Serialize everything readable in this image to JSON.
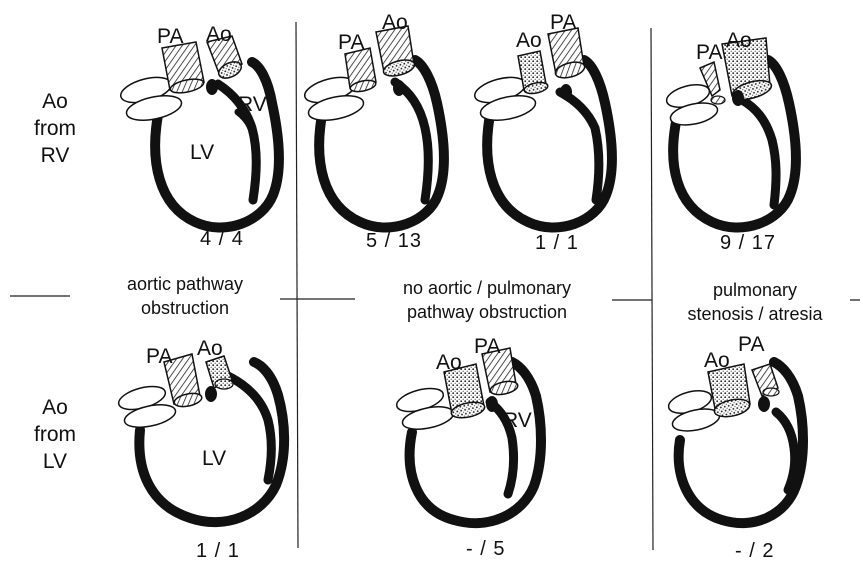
{
  "row_labels": {
    "rv": [
      "Ao",
      "from",
      "RV"
    ],
    "lv": [
      "Ao",
      "from",
      "LV"
    ]
  },
  "column_captions": {
    "aortic": [
      "aortic pathway",
      "obstruction"
    ],
    "none": [
      "no aortic / pulmonary",
      "pathway obstruction"
    ],
    "pulmonary": [
      "pulmonary",
      "stenosis / atresia"
    ]
  },
  "vessel_labels": {
    "pa": "PA",
    "ao": "Ao"
  },
  "chamber_labels": {
    "lv": "LV",
    "rv": "RV"
  },
  "ratios": {
    "rv_aortic": "4 / 4",
    "rv_none_a": "5 / 13",
    "rv_none_b": "1 / 1",
    "rv_pulmonary": "9 / 17",
    "lv_aortic": "1 / 1",
    "lv_none": "- / 5",
    "lv_pulmonary": "- / 2"
  }
}
